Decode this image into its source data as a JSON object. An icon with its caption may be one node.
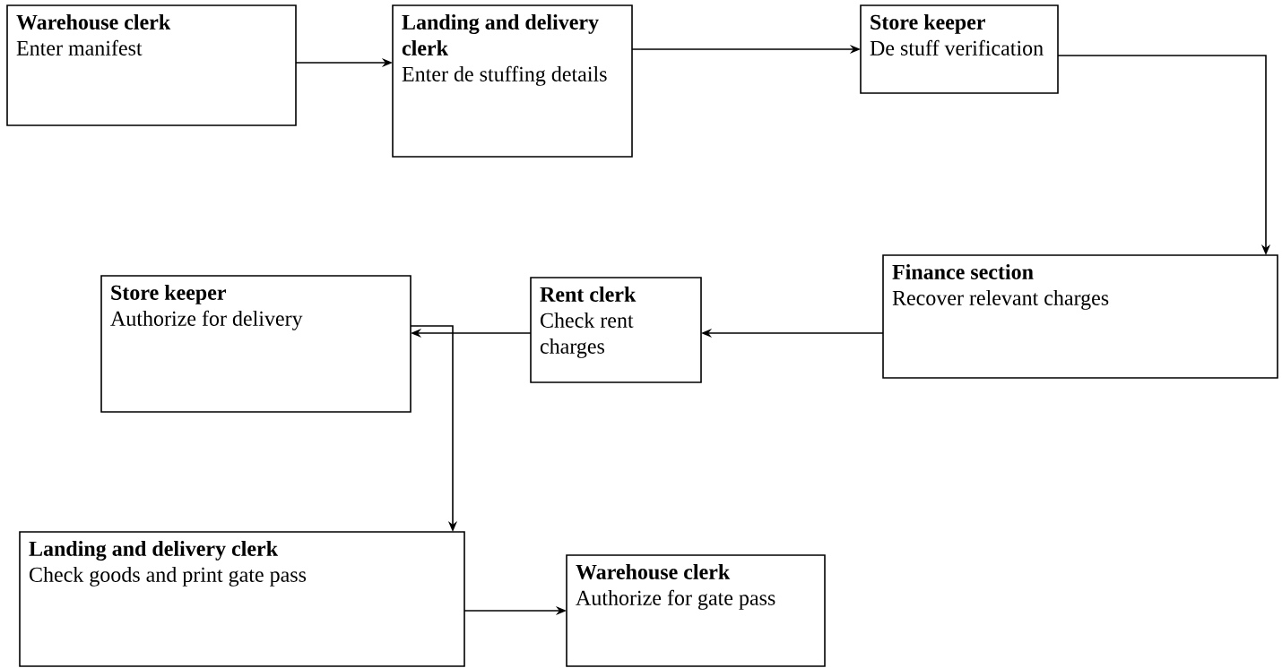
{
  "diagram": {
    "nodes": [
      {
        "text": [
          "Warehouse clerk",
          "Enter manifest"
        ]
      },
      {
        "text": [
          "Landing and delivery clerk",
          "Enter de stuffing details"
        ]
      },
      {
        "text": [
          "Store keeper",
          "De stuff verification"
        ]
      },
      {
        "text": [
          "Finance section",
          "Recover relevant charges"
        ]
      },
      {
        "text": [
          "Rent clerk",
          "Check rent charges"
        ]
      },
      {
        "text": [
          "Store keeper",
          "Authorize for delivery"
        ]
      },
      {
        "text": [
          "Landing and delivery clerk",
          "Check goods and print gate pass"
        ]
      },
      {
        "text": [
          "Warehouse clerk",
          "Authorize for gate pass"
        ]
      }
    ],
    "edges": [
      {
        "from": 0,
        "to": 1,
        "arrow": "to"
      },
      {
        "from": 1,
        "to": 2,
        "arrow": "to"
      },
      {
        "from": 2,
        "to": 3,
        "arrow": "to"
      },
      {
        "from": 3,
        "to": 4,
        "arrow": "to"
      },
      {
        "from": 4,
        "to": 5,
        "arrow": "to"
      },
      {
        "from": 5,
        "to": 6,
        "arrow": "to"
      },
      {
        "from": 6,
        "to": 7,
        "arrow": "to"
      }
    ]
  }
}
